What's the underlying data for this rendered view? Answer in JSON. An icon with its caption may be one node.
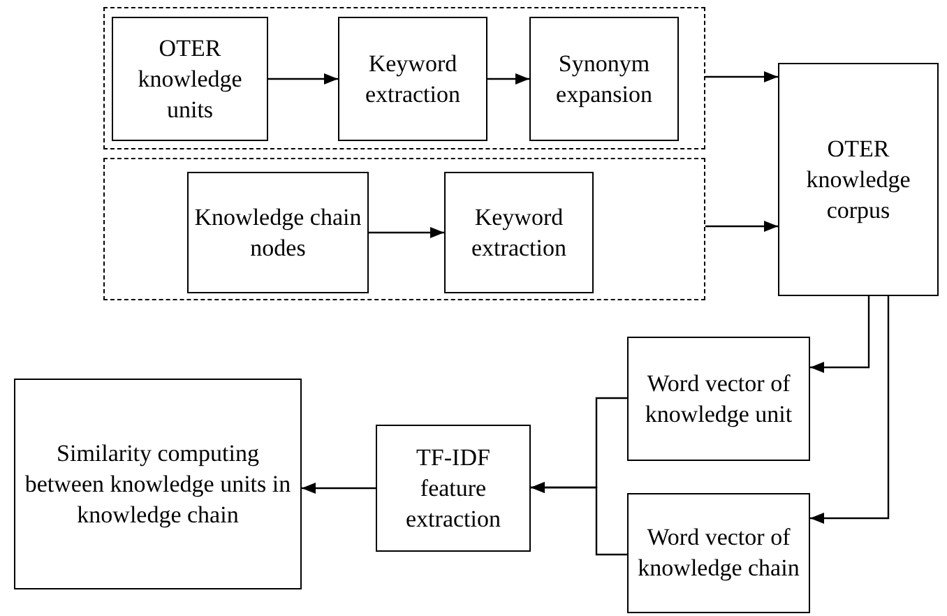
{
  "diagram": {
    "nodes": [
      {
        "text": [],
        "shape": "box"
      },
      {
        "text": [
          "OTER knowledge units"
        ],
        "in": 0
      },
      {
        "text": [
          "Keyword extraction"
        ],
        "in": 0
      },
      {
        "text": [
          "Synonym expansion"
        ],
        "in": 0
      },
      {
        "text": [],
        "shape": "box"
      },
      {
        "text": [
          "Knowledge chain nodes"
        ],
        "in": 4
      },
      {
        "text": [
          "Keyword extraction"
        ],
        "in": 4
      },
      {
        "text": [
          "OTER knowledge corpus"
        ]
      },
      {
        "text": [
          "Word vector of knowledge unit"
        ]
      },
      {
        "text": [
          "Word vector of knowledge chain"
        ]
      },
      {
        "text": [
          "TF-IDF feature extraction"
        ]
      },
      {
        "text": [
          "Similarity computing between knowledge units in knowledge chain"
        ]
      }
    ],
    "edges": [
      {
        "from": 1,
        "to": 2,
        "arrow": "to"
      },
      {
        "from": 2,
        "to": 3,
        "arrow": "to"
      },
      {
        "from": 0,
        "to": 7,
        "arrow": "to"
      },
      {
        "from": 5,
        "to": 6,
        "arrow": "to"
      },
      {
        "from": 4,
        "to": 7,
        "arrow": "to"
      },
      {
        "from": 7,
        "to": 8,
        "arrow": "to"
      },
      {
        "from": 7,
        "to": 9,
        "arrow": "to"
      },
      {
        "from": 8,
        "to": 10,
        "arrow": "to"
      },
      {
        "from": 9,
        "to": 10,
        "arrow": "to"
      },
      {
        "from": 10,
        "to": 11,
        "arrow": "to"
      }
    ]
  }
}
